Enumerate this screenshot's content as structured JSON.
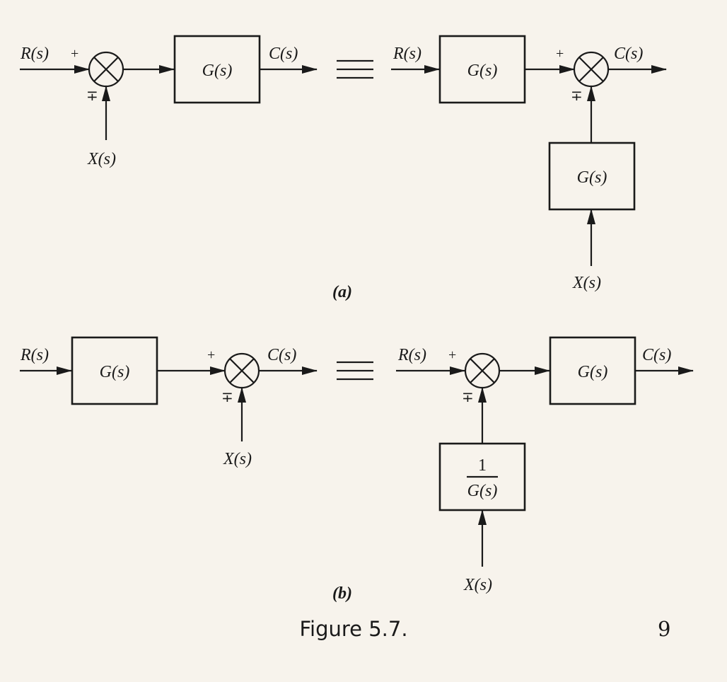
{
  "labels": {
    "R": "R(s)",
    "C": "C(s)",
    "X": "X(s)",
    "G": "G(s)",
    "one": "1",
    "plus": "+",
    "minus_plus": "∓"
  },
  "subfigures": {
    "a": "(a)",
    "b": "(b)"
  },
  "caption": "Figure 5.7.",
  "page_number": "9"
}
